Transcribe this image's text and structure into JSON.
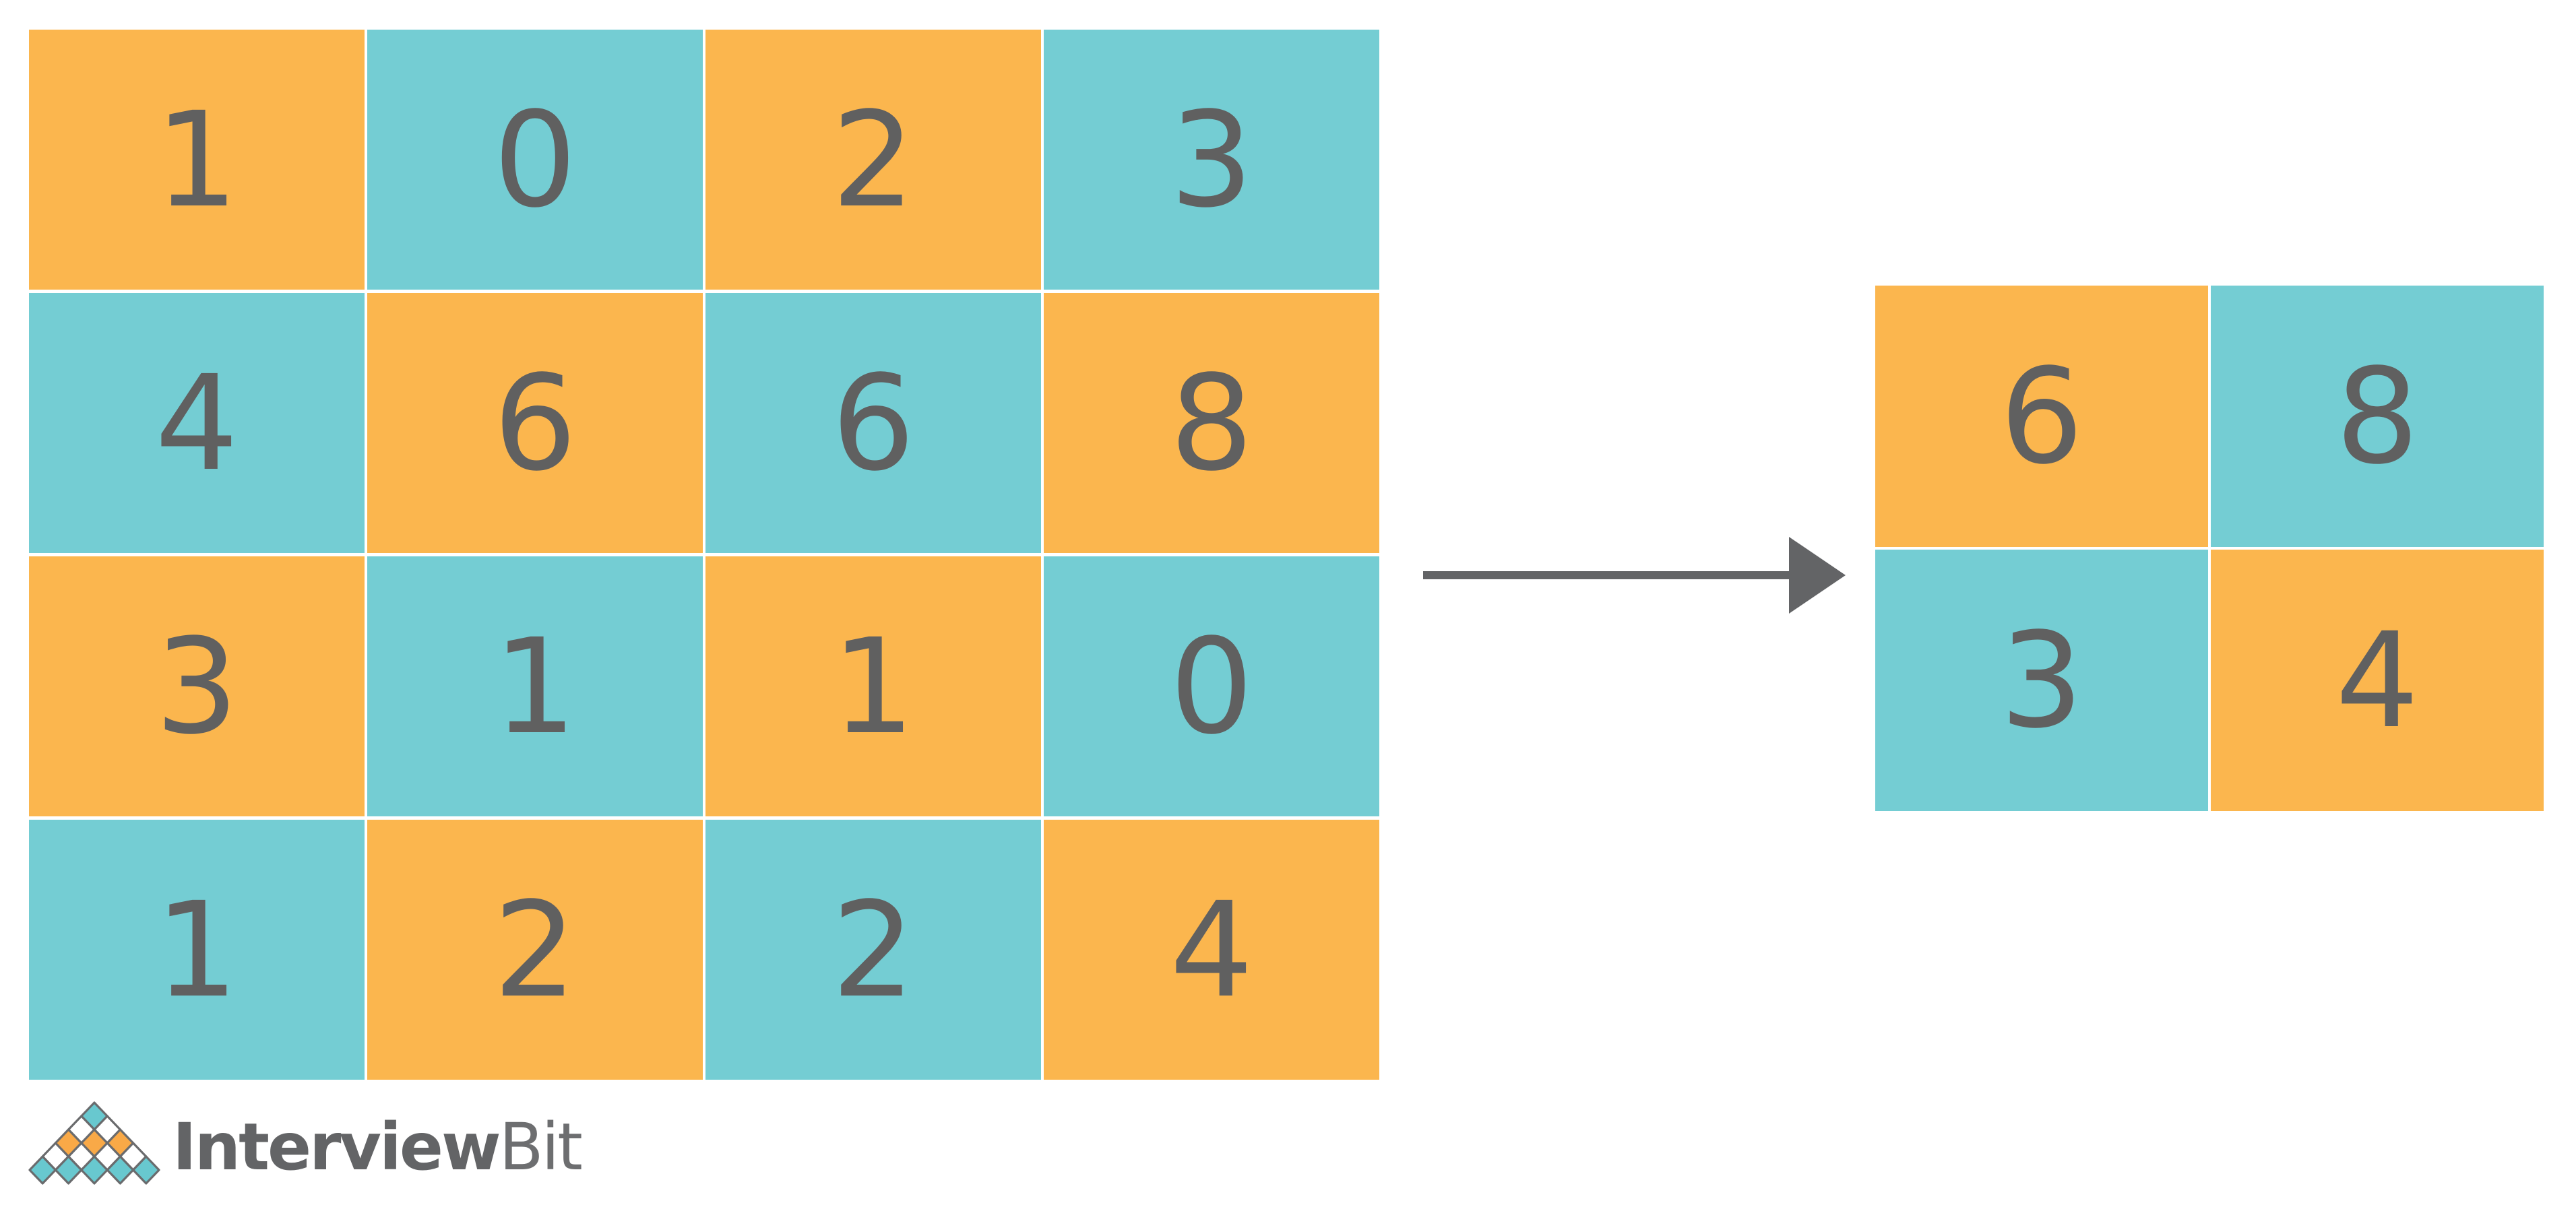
{
  "colors": {
    "orange": "#FBB64E",
    "teal": "#74CDD3",
    "white": "#FFFFFF",
    "digit": "#606060",
    "arrow": "#636466",
    "logo_outline": "#6A6B6D",
    "logo_orange": "#F9A947",
    "logo_teal": "#68C8CF",
    "logo_text_primary": "#636466",
    "logo_text_secondary": "#6D6E70",
    "background": "#FFFFFF"
  },
  "input_matrix": {
    "rows": 4,
    "cols": 4,
    "values": [
      [
        1,
        0,
        2,
        3
      ],
      [
        4,
        6,
        6,
        8
      ],
      [
        3,
        1,
        1,
        0
      ],
      [
        1,
        2,
        2,
        4
      ]
    ],
    "cell_colors": [
      [
        "orange",
        "teal",
        "orange",
        "teal"
      ],
      [
        "teal",
        "orange",
        "teal",
        "orange"
      ],
      [
        "orange",
        "teal",
        "orange",
        "teal"
      ],
      [
        "teal",
        "orange",
        "teal",
        "orange"
      ]
    ]
  },
  "output_matrix": {
    "rows": 2,
    "cols": 2,
    "values": [
      [
        6,
        8
      ],
      [
        3,
        4
      ]
    ],
    "cell_colors": [
      [
        "orange",
        "teal"
      ],
      [
        "teal",
        "orange"
      ]
    ]
  },
  "arrow": {
    "direction": "right"
  },
  "logo": {
    "brand_primary": "Interview",
    "brand_secondary": "Bit",
    "pyramid_rows": [
      [
        "teal"
      ],
      [
        "white",
        "white"
      ],
      [
        "orange",
        "orange",
        "orange"
      ],
      [
        "white",
        "white",
        "white",
        "white"
      ],
      [
        "teal",
        "teal",
        "teal",
        "teal",
        "teal"
      ]
    ]
  }
}
